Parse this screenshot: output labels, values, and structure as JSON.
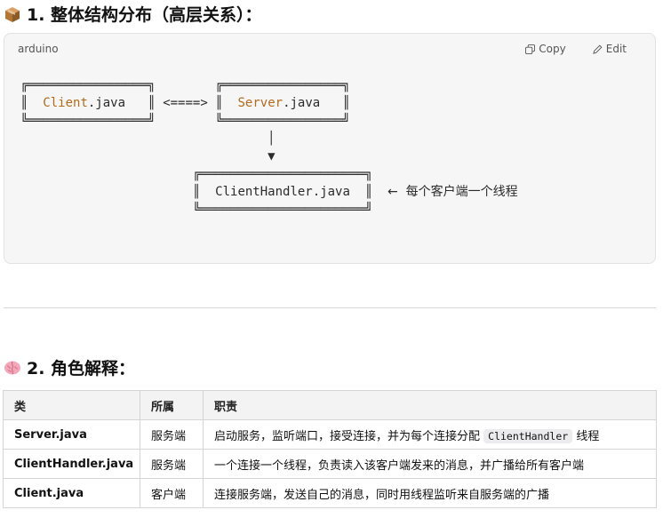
{
  "section1": {
    "title": "1. 整体结构分布（高层关系）：",
    "emoji_icon": "package-emoji"
  },
  "code": {
    "lang": "arduino",
    "copy_label": "Copy",
    "edit_label": "Edit",
    "client": {
      "hl": "Client",
      "rest": ".java"
    },
    "arrow": "<====>",
    "server": {
      "hl": "Server",
      "rest": ".java"
    },
    "handler": "ClientHandler.java",
    "handler_note": "←  每个客户端一个线程"
  },
  "section2": {
    "title": "2. 角色解释：",
    "emoji_icon": "brain-emoji"
  },
  "table": {
    "headers": [
      "类",
      "所属",
      "职责"
    ],
    "rows": [
      {
        "cls": "Server.java",
        "owner": "服务端",
        "duty_pre": "启动服务，监听端口，接受连接，并为每个连接分配",
        "duty_code": "ClientHandler",
        "duty_post": "线程"
      },
      {
        "cls": "ClientHandler.java",
        "owner": "服务端",
        "duty_pre": "一个连接一个线程，负责读入该客户端发来的消息，并广播给所有客户端",
        "duty_code": "",
        "duty_post": ""
      },
      {
        "cls": "Client.java",
        "owner": "客户端",
        "duty_pre": "连接服务端，发送自己的消息，同时用线程监听来自服务端的广播",
        "duty_code": "",
        "duty_post": ""
      }
    ]
  },
  "colors": {
    "code_bg": "#f6f6f7",
    "highlight": "#b26a1b",
    "table_header_bg": "#f3f3f4"
  }
}
